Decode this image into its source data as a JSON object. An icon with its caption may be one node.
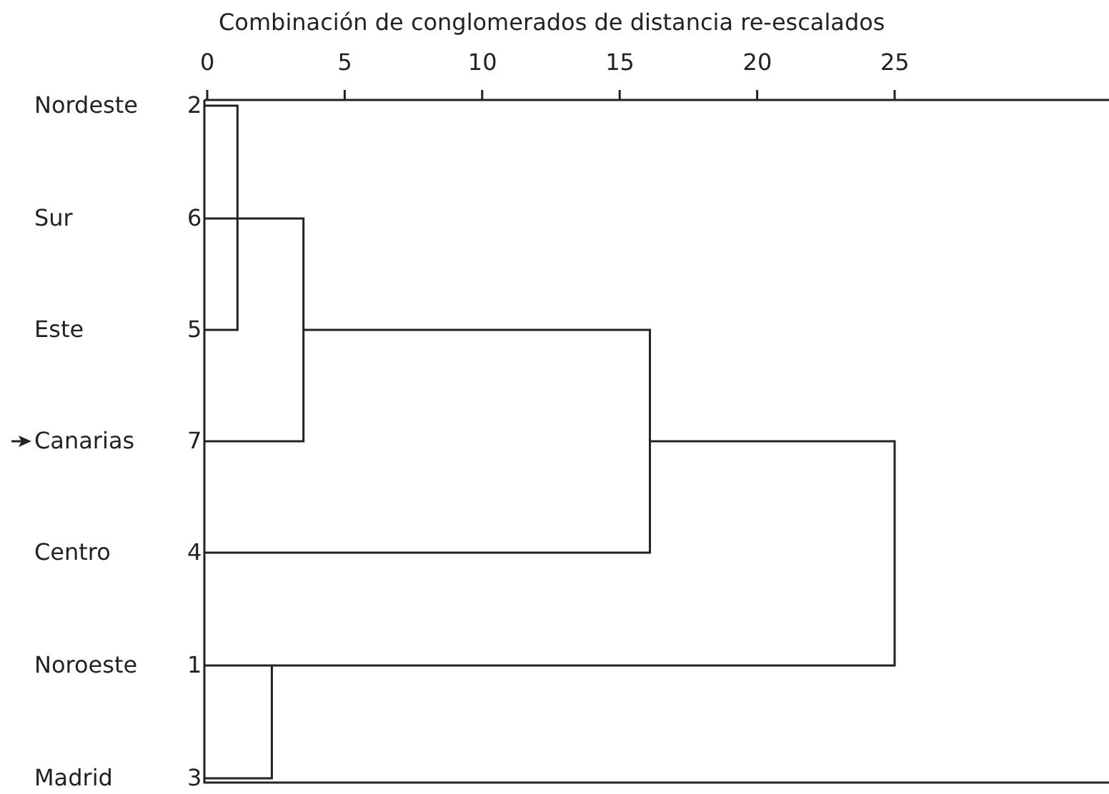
{
  "diagram": {
    "title": "Combinación de conglomerados de distancia re-escalados",
    "labels": [
      "0",
      "5",
      "10",
      "15",
      "20",
      "25",
      "Nordeste",
      "2",
      "Sur",
      "6",
      "Este",
      "5",
      "Canarias",
      "7",
      "Centro",
      "4",
      "Noroeste",
      "1",
      "Madrid",
      "3"
    ]
  }
}
